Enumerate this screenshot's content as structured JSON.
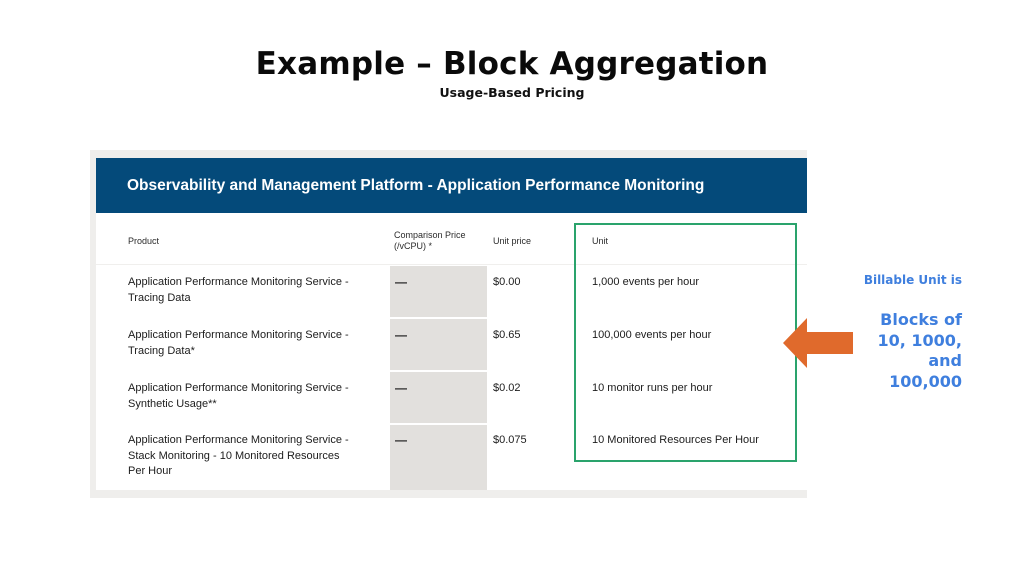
{
  "slide": {
    "title": "Example – Block Aggregation",
    "subtitle": "Usage-Based Pricing"
  },
  "table": {
    "panel_title": "Observability and Management Platform - Application Performance Monitoring",
    "headers": {
      "product": "Product",
      "comparison_price_line1": "Comparison Price",
      "comparison_price_line2": "(/vCPU) *",
      "unit_price": "Unit price",
      "unit": "Unit"
    },
    "rows": [
      {
        "product_line1": "Application Performance Monitoring Service -",
        "product_line2": "Tracing Data",
        "product_line3": "",
        "comparison_price": "—",
        "unit_price": "$0.00",
        "unit": "1,000 events per hour"
      },
      {
        "product_line1": "Application Performance Monitoring Service -",
        "product_line2": "Tracing Data*",
        "product_line3": "",
        "comparison_price": "—",
        "unit_price": "$0.65",
        "unit": "100,000 events per hour"
      },
      {
        "product_line1": "Application Performance Monitoring Service -",
        "product_line2": "Synthetic Usage**",
        "product_line3": "",
        "comparison_price": "—",
        "unit_price": "$0.02",
        "unit": "10 monitor runs per hour"
      },
      {
        "product_line1": "Application Performance Monitoring Service -",
        "product_line2": "Stack Monitoring - 10 Monitored Resources",
        "product_line3": "Per Hour",
        "comparison_price": "—",
        "unit_price": "$0.075",
        "unit": "10 Monitored Resources Per Hour"
      }
    ]
  },
  "callout": {
    "label": "Billable Unit is",
    "line1": "Blocks of",
    "line2": "10, 1000,",
    "line3": "and",
    "line4": "100,000"
  },
  "colors": {
    "header_blue": "#044a7a",
    "highlight_green": "#2aa36c",
    "arrow_orange": "#e06a2c",
    "callout_blue": "#3f7fde",
    "comparison_column_gray": "#e2e0dd"
  }
}
